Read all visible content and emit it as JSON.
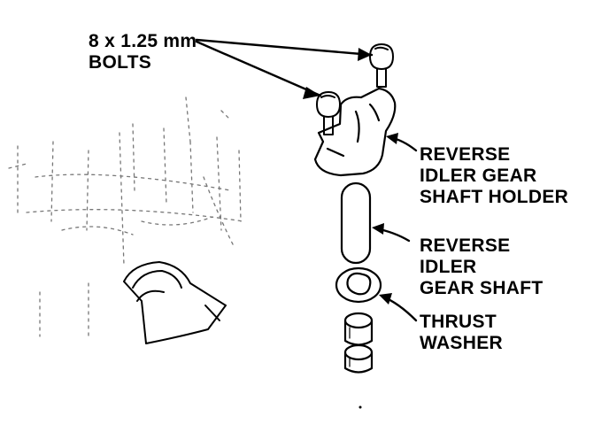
{
  "labels": {
    "bolts": {
      "line1": "8 x 1.25 mm",
      "line2": "BOLTS"
    },
    "holder": {
      "line1": "REVERSE",
      "line2": "IDLER GEAR",
      "line3": "SHAFT HOLDER"
    },
    "shaft": {
      "line1": "REVERSE",
      "line2": "IDLER",
      "line3": "GEAR SHAFT"
    },
    "washer": {
      "line1": "THRUST",
      "line2": "WASHER"
    }
  }
}
